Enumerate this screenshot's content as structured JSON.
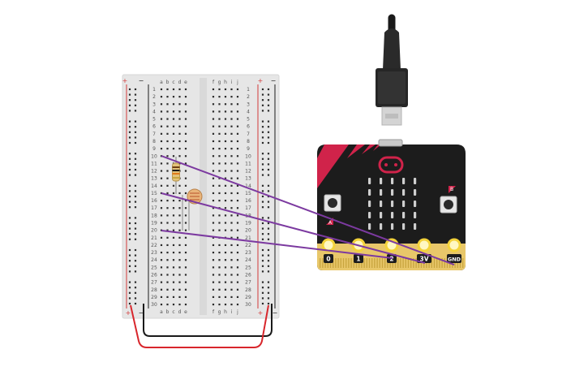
{
  "breadboard": {
    "rail_plus": "+",
    "rail_minus": "−",
    "columns_left": [
      "a",
      "b",
      "c",
      "d",
      "e"
    ],
    "columns_right": [
      "f",
      "g",
      "h",
      "i",
      "j"
    ],
    "row_count": 30,
    "row_labels": [
      "1",
      "2",
      "3",
      "4",
      "5",
      "6",
      "7",
      "8",
      "9",
      "10",
      "11",
      "12",
      "13",
      "14",
      "15",
      "16",
      "17",
      "18",
      "19",
      "20",
      "21",
      "22",
      "23",
      "24",
      "25",
      "26",
      "27",
      "28",
      "29",
      "30"
    ]
  },
  "microbit": {
    "pin_labels": [
      "0",
      "1",
      "2",
      "3V",
      "GND"
    ],
    "button_a": "A",
    "button_b": "B"
  },
  "colors": {
    "breadboard": "#e6e6e6",
    "breadboard_edge": "#d6d6d6",
    "rail_red": "#d33b3b",
    "rail_black": "#1a1a1a",
    "hole": "#2b2b2b",
    "wire_purple": "#7c3aa0",
    "wire_red": "#d8262c",
    "wire_black": "#1a1a1a",
    "board": "#1c1c1c",
    "board_accent": "#d0234a",
    "edge_connector": "#e8c76a",
    "pad": "#f3d23a",
    "led": "#cfcfcf"
  }
}
